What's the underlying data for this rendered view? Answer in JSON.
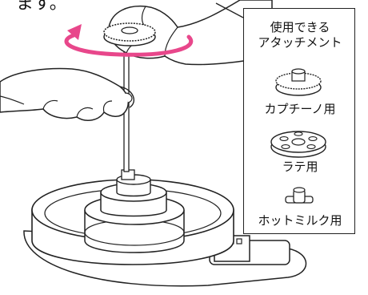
{
  "caption_fragment": "ます。",
  "panel": {
    "title_line1": "使用できる",
    "title_line2": "アタッチメント",
    "items": [
      {
        "label": "カプチーノ用",
        "icon": "whisk-attachment-icon"
      },
      {
        "label": "ラテ用",
        "icon": "flat-disc-attachment-icon"
      },
      {
        "label": "ホットミルク用",
        "icon": "small-cap-attachment-icon"
      }
    ]
  },
  "colors": {
    "rotation_arrow": "#e8478b",
    "line": "#222222"
  }
}
